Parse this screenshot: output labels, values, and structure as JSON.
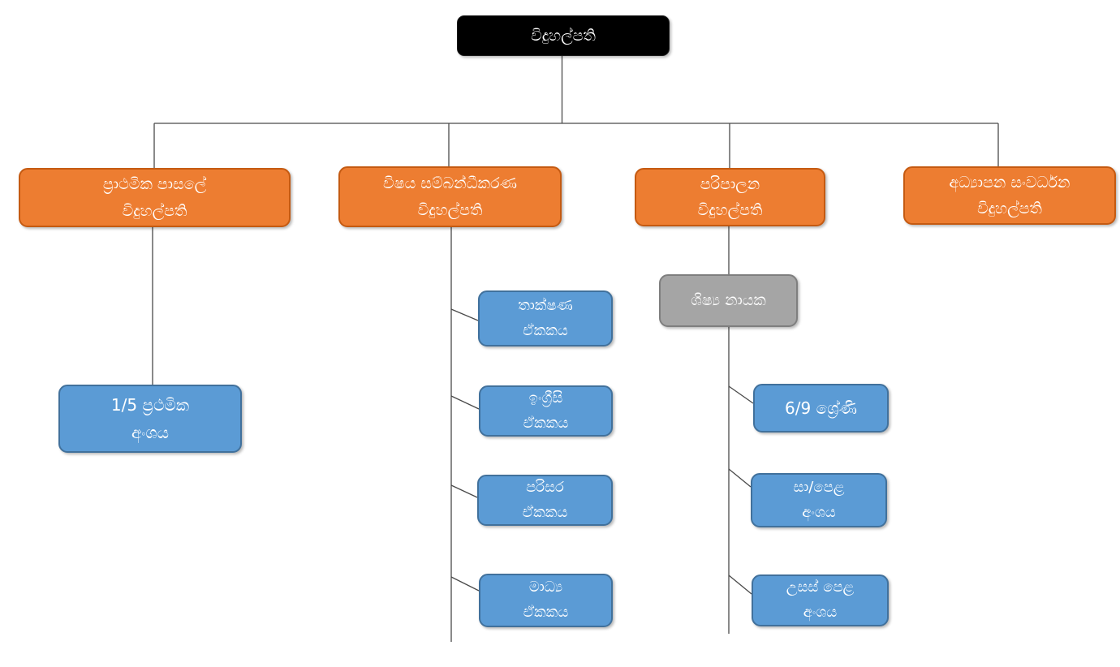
{
  "diagram_type": "org-chart",
  "colors": {
    "background": "#FFFFFF",
    "root_fill": "#000000",
    "branch_fill": "#ED7D31",
    "branch_border": "#C55A11",
    "unit_fill": "#5B9BD5",
    "unit_border": "#41719C",
    "leader_fill": "#A5A5A5",
    "leader_border": "#7F7F7F",
    "connector": "#4A4A4A",
    "text": "#FFFFFF"
  },
  "tree": {
    "root": {
      "label": "විදුහල්පති"
    },
    "branches": [
      {
        "lines": [
          "ප්‍රාථමික පාසලේ",
          "විදුහල්පති"
        ],
        "children": [
          {
            "lines": [
              "1/5 ප්‍රථමික",
              "අංශය"
            ]
          }
        ]
      },
      {
        "lines": [
          "විෂය සම්බන්ධීකරණ",
          "විදුහල්පති"
        ],
        "children": [
          {
            "lines": [
              "තාක්ෂණ",
              "ඒකකය"
            ]
          },
          {
            "lines": [
              "ඉංග්‍රීසි",
              "ඒකකය"
            ]
          },
          {
            "lines": [
              "පරිසර",
              "ඒකකය"
            ]
          },
          {
            "lines": [
              "මාධ්‍ය",
              "ඒකකය"
            ]
          }
        ]
      },
      {
        "lines": [
          "පරිපාලන",
          "විදුහල්පති"
        ],
        "leader": {
          "label": "ශිෂ්‍ය නායක"
        },
        "children": [
          {
            "lines": [
              "6/9 ශ්‍රේණි"
            ]
          },
          {
            "lines": [
              "සා/පෙළ",
              "අංශය"
            ]
          },
          {
            "lines": [
              "උසස් පෙළ",
              "අංශය"
            ]
          }
        ]
      },
      {
        "lines": [
          "අධ්‍යාපන සංවර්ධන",
          "විදුහල්පති"
        ],
        "children": []
      }
    ]
  }
}
